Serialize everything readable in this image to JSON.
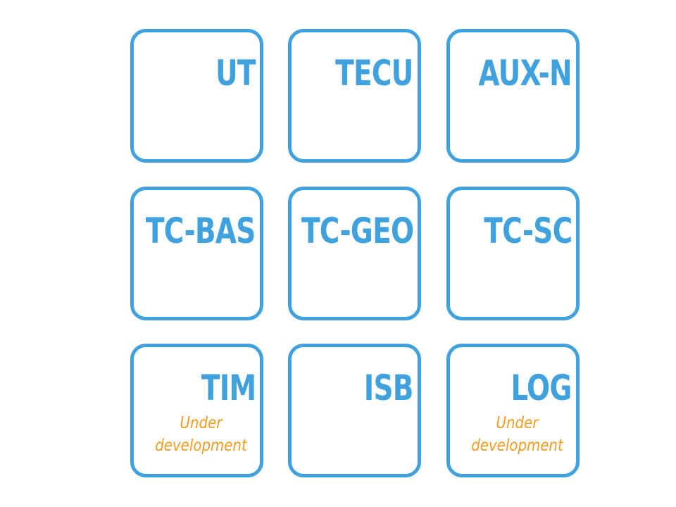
{
  "colors": {
    "tile_border": "#3fa1dd",
    "tile_label": "#3fa1dd",
    "note": "#f29b1e",
    "background": "#ffffff"
  },
  "tiles": [
    {
      "label": "UT"
    },
    {
      "label": "TECU"
    },
    {
      "label": "AUX-N"
    },
    {
      "label": "TC-BAS"
    },
    {
      "label": "TC-GEO"
    },
    {
      "label": "TC-SC"
    },
    {
      "label": "TIM",
      "note_line1": "Under",
      "note_line2": "development"
    },
    {
      "label": "ISB"
    },
    {
      "label": "LOG",
      "note_line1": "Under",
      "note_line2": "development"
    }
  ]
}
